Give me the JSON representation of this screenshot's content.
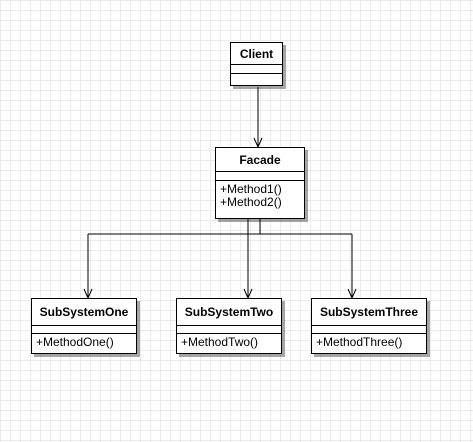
{
  "diagram": {
    "classes": {
      "client": {
        "name": "Client",
        "operations": []
      },
      "facade": {
        "name": "Facade",
        "operations": [
          "+Method1()",
          "+Method2()"
        ]
      },
      "subsystem_one": {
        "name": "SubSystemOne",
        "operations": [
          "+MethodOne()"
        ]
      },
      "subsystem_two": {
        "name": "SubSystemTwo",
        "operations": [
          "+MethodTwo()"
        ]
      },
      "subsystem_three": {
        "name": "SubSystemThree",
        "operations": [
          "+MethodThree()"
        ]
      }
    },
    "associations": [
      {
        "from": "Client",
        "to": "Facade",
        "arrow": "open"
      },
      {
        "from": "Facade",
        "to": "SubSystemOne",
        "arrow": "open"
      },
      {
        "from": "Facade",
        "to": "SubSystemTwo",
        "arrow": "open"
      },
      {
        "from": "Facade",
        "to": "SubSystemThree",
        "arrow": "open"
      }
    ]
  }
}
